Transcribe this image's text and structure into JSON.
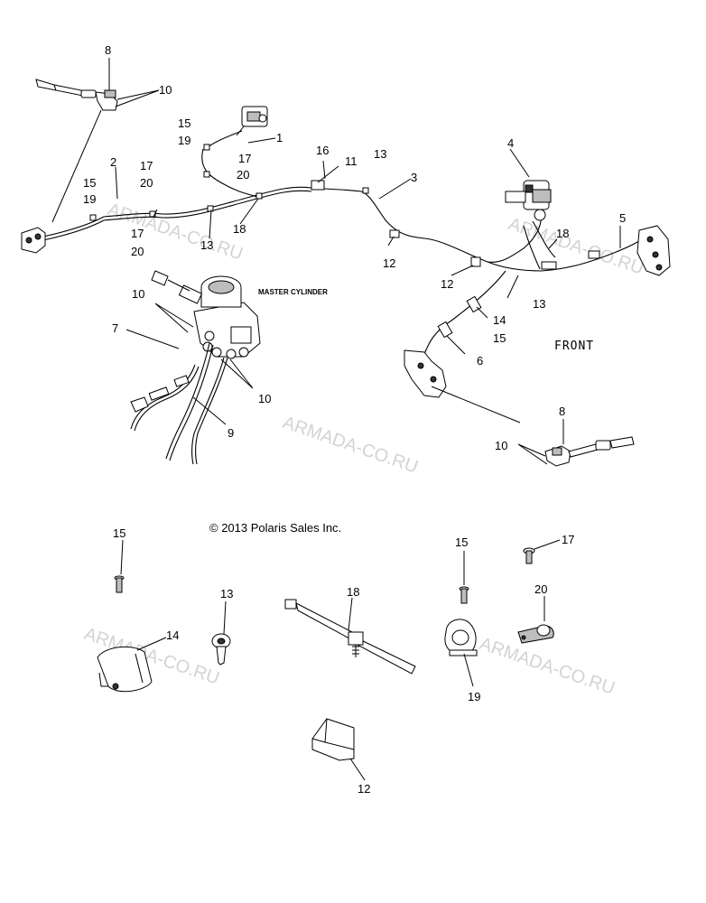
{
  "diagram": {
    "subtitle": "MASTER CYLINDER",
    "direction_label": "FRONT",
    "copyright": "© 2013 Polaris Sales Inc.",
    "watermark": "ARMADA-CO.RU",
    "callouts": {
      "c1": "1",
      "c2": "2",
      "c3": "3",
      "c4": "4",
      "c5": "5",
      "c6": "6",
      "c7": "7",
      "c8a": "8",
      "c8b": "8",
      "c9": "9",
      "c10a": "10",
      "c10b": "10",
      "c10c": "10",
      "c10d": "10",
      "c11": "11",
      "c12a": "12",
      "c12b": "12",
      "c12c": "12",
      "c13a": "13",
      "c13b": "13",
      "c13c": "13",
      "c13d": "13",
      "c14a": "14",
      "c14b": "14",
      "c15a": "15",
      "c15b": "15",
      "c15c": "15",
      "c15d": "15",
      "c15e": "15",
      "c16": "16",
      "c17a": "17",
      "c17b": "17",
      "c17c": "17",
      "c17d": "17",
      "c18a": "18",
      "c18b": "18",
      "c18c": "18",
      "c19a": "19",
      "c19b": "19",
      "c19c": "19",
      "c20a": "20",
      "c20b": "20",
      "c20c": "20",
      "c20d": "20"
    }
  }
}
